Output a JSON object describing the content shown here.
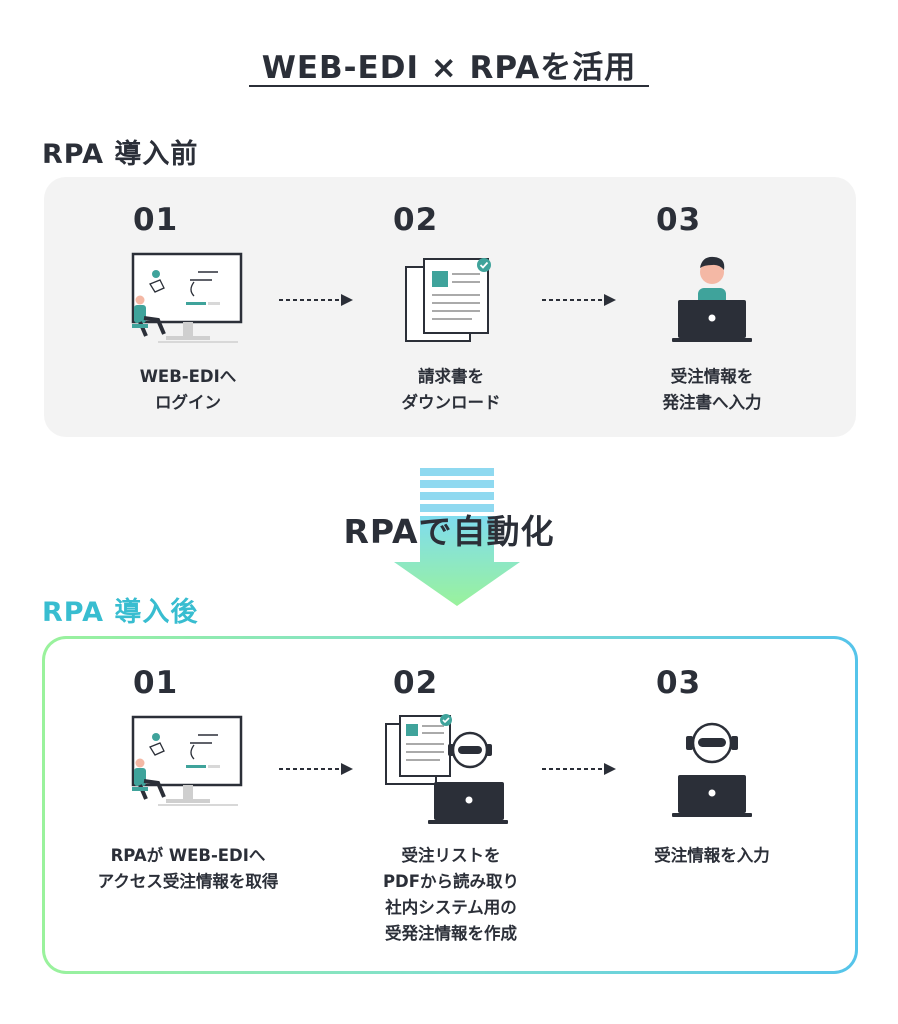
{
  "title": "WEB-EDI × RPAを活用",
  "before": {
    "label": "RPA 導入前",
    "steps": [
      {
        "num": "01",
        "lines": [
          "WEB-EDIへ",
          "ログイン"
        ]
      },
      {
        "num": "02",
        "lines": [
          "請求書を",
          "ダウンロード"
        ]
      },
      {
        "num": "03",
        "lines": [
          "受注情報を",
          "発注書へ入力"
        ]
      }
    ]
  },
  "middle": {
    "label": "RPAで自動化"
  },
  "after": {
    "label": "RPA 導入後",
    "steps": [
      {
        "num": "01",
        "lines": [
          "RPAが WEB-EDIへ",
          "アクセス受注情報を取得"
        ]
      },
      {
        "num": "02",
        "lines": [
          "受注リストを",
          "PDFから読み取り",
          "社内システム用の",
          "受発注情報を作成"
        ]
      },
      {
        "num": "03",
        "lines": [
          "受注情報を入力"
        ]
      }
    ]
  },
  "icons": {
    "step1": "monitor-person-icon",
    "step2_before": "documents-icon",
    "step3_before": "person-laptop-icon",
    "step2_after": "documents-robot-laptop-icon",
    "step3_after": "robot-laptop-icon"
  },
  "colors": {
    "text": "#2b2f38",
    "after_accent": "#38bdd0",
    "teal": "#3fa39b",
    "gradient_start": "#9af29c",
    "gradient_end": "#55c4ea"
  }
}
